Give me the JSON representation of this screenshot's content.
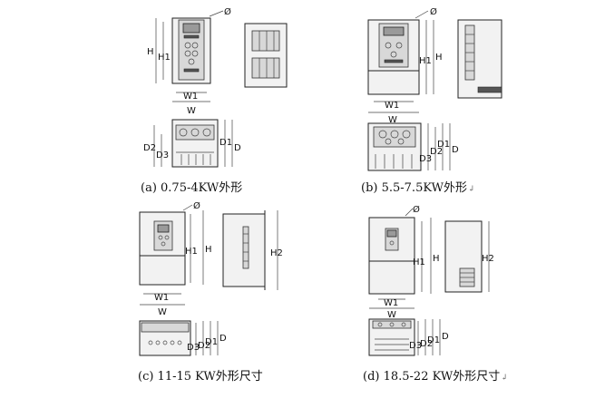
{
  "figures": [
    {
      "caption": "(a) 0.75-4KW外形",
      "labels": {
        "dia": "Ø",
        "h": "H",
        "h1": "H1",
        "w": "W",
        "w1": "W1",
        "d": "D",
        "d1": "D1",
        "d2": "D2",
        "d3": "D3"
      }
    },
    {
      "caption": "(b) 5.5-7.5KW外形",
      "return_mark": "↲",
      "labels": {
        "dia": "Ø",
        "h": "H",
        "h1": "H1",
        "w": "W",
        "w1": "W1",
        "d": "D",
        "d1": "D1",
        "d2": "D2",
        "d3": "D3"
      }
    },
    {
      "caption": "(c) 11-15 KW外形尺寸",
      "labels": {
        "dia": "Ø",
        "h": "H",
        "h1": "H1",
        "h2": "H2",
        "w": "W",
        "w1": "W1",
        "d": "D",
        "d1": "D1",
        "d2": "D2",
        "d3": "D3"
      }
    },
    {
      "caption": "(d) 18.5-22 KW外形尺寸",
      "return_mark": "↲",
      "labels": {
        "dia": "Ø",
        "h": "H",
        "h1": "H1",
        "h2": "H2",
        "w": "W",
        "w1": "W1",
        "d": "D",
        "d1": "D1",
        "d2": "D2",
        "d3": "D3"
      }
    }
  ],
  "colors": {
    "line": "#222222",
    "panel": "#f2f2f2",
    "display": "#9a9a9a"
  }
}
